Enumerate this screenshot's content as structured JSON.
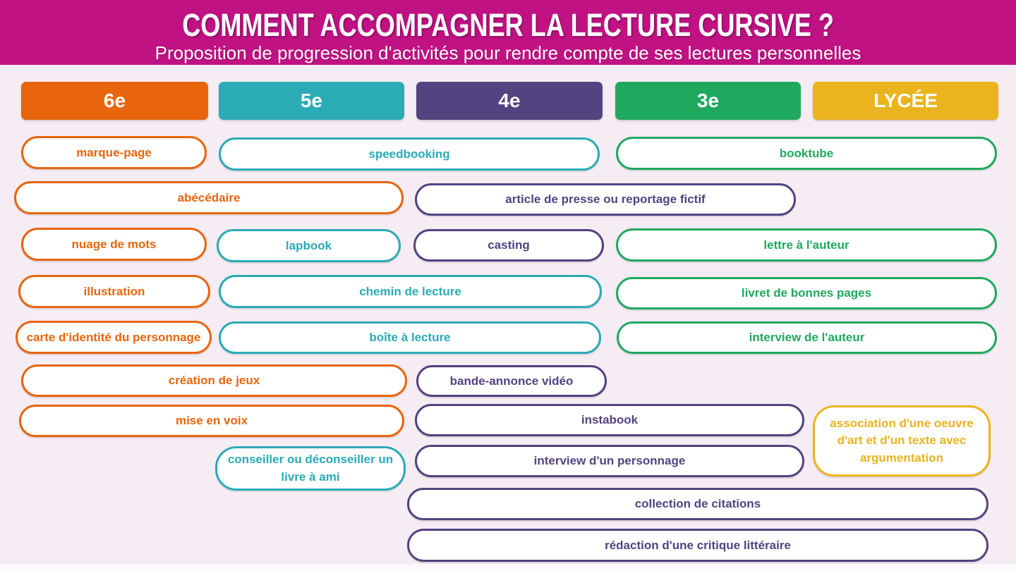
{
  "palette": {
    "header_bg": "#C01283",
    "page_bg": "#F6ECF3",
    "orange": "#E8650D",
    "teal": "#2AABB5",
    "purple": "#534380",
    "green": "#1FA95E",
    "yellow": "#EAB41E"
  },
  "header": {
    "title": "COMMENT ACCOMPAGNER LA LECTURE CURSIVE ?",
    "subtitle": "Proposition de progression d'activités pour rendre compte de ses lectures personnelles"
  },
  "levels": [
    {
      "label": "6e",
      "color": "orange"
    },
    {
      "label": "5e",
      "color": "teal"
    },
    {
      "label": "4e",
      "color": "purple"
    },
    {
      "label": "3e",
      "color": "green"
    },
    {
      "label": "LYCÉE",
      "color": "yellow"
    }
  ],
  "activities": [
    {
      "label": "marque-page",
      "color": "orange"
    },
    {
      "label": "speedbooking",
      "color": "teal"
    },
    {
      "label": "booktube",
      "color": "green"
    },
    {
      "label": "abécédaire",
      "color": "orange"
    },
    {
      "label": "article de presse ou reportage fictif",
      "color": "purple"
    },
    {
      "label": "nuage de mots",
      "color": "orange"
    },
    {
      "label": "lapbook",
      "color": "teal"
    },
    {
      "label": "casting",
      "color": "purple"
    },
    {
      "label": "lettre à l'auteur",
      "color": "green"
    },
    {
      "label": "illustration",
      "color": "orange"
    },
    {
      "label": "chemin de lecture",
      "color": "teal"
    },
    {
      "label": "livret de bonnes pages",
      "color": "green"
    },
    {
      "label": "carte d'identité du personnage",
      "color": "orange"
    },
    {
      "label": "boîte à lecture",
      "color": "teal"
    },
    {
      "label": "interview de l'auteur",
      "color": "green"
    },
    {
      "label": "création de jeux",
      "color": "orange"
    },
    {
      "label": "bande-annonce vidéo",
      "color": "purple"
    },
    {
      "label": "mise en voix",
      "color": "orange"
    },
    {
      "label": "instabook",
      "color": "purple"
    },
    {
      "label": "association d'une oeuvre d'art et d'un texte avec argumentation",
      "color": "yellow"
    },
    {
      "label": "conseiller ou déconseiller un livre à ami",
      "color": "teal"
    },
    {
      "label": "interview d'un personnage",
      "color": "purple"
    },
    {
      "label": "collection de citations",
      "color": "purple"
    },
    {
      "label": "rédaction d'une critique littéraire",
      "color": "purple"
    }
  ]
}
